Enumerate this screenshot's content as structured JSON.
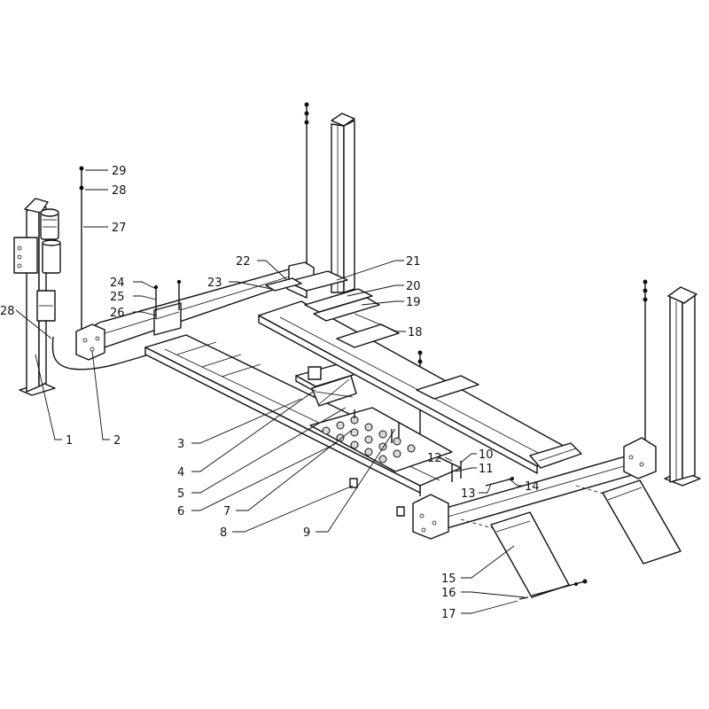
{
  "callouts": [
    {
      "id": "1",
      "text": "1"
    },
    {
      "id": "2",
      "text": "2"
    },
    {
      "id": "3",
      "text": "3"
    },
    {
      "id": "4",
      "text": "4"
    },
    {
      "id": "5",
      "text": "5"
    },
    {
      "id": "6",
      "text": "6"
    },
    {
      "id": "7",
      "text": "7"
    },
    {
      "id": "8",
      "text": "8"
    },
    {
      "id": "9",
      "text": "9"
    },
    {
      "id": "10",
      "text": "10"
    },
    {
      "id": "11",
      "text": "11"
    },
    {
      "id": "12",
      "text": "12"
    },
    {
      "id": "13",
      "text": "13"
    },
    {
      "id": "14",
      "text": "14"
    },
    {
      "id": "15",
      "text": "15"
    },
    {
      "id": "16",
      "text": "16"
    },
    {
      "id": "17",
      "text": "17"
    },
    {
      "id": "18",
      "text": "18"
    },
    {
      "id": "19",
      "text": "19"
    },
    {
      "id": "20",
      "text": "20"
    },
    {
      "id": "21",
      "text": "21"
    },
    {
      "id": "22",
      "text": "22"
    },
    {
      "id": "23",
      "text": "23"
    },
    {
      "id": "24",
      "text": "24"
    },
    {
      "id": "25",
      "text": "25"
    },
    {
      "id": "26",
      "text": "26"
    },
    {
      "id": "27",
      "text": "27"
    },
    {
      "id": "28a",
      "text": "28"
    },
    {
      "id": "28b",
      "text": "28"
    },
    {
      "id": "29",
      "text": "29"
    }
  ]
}
